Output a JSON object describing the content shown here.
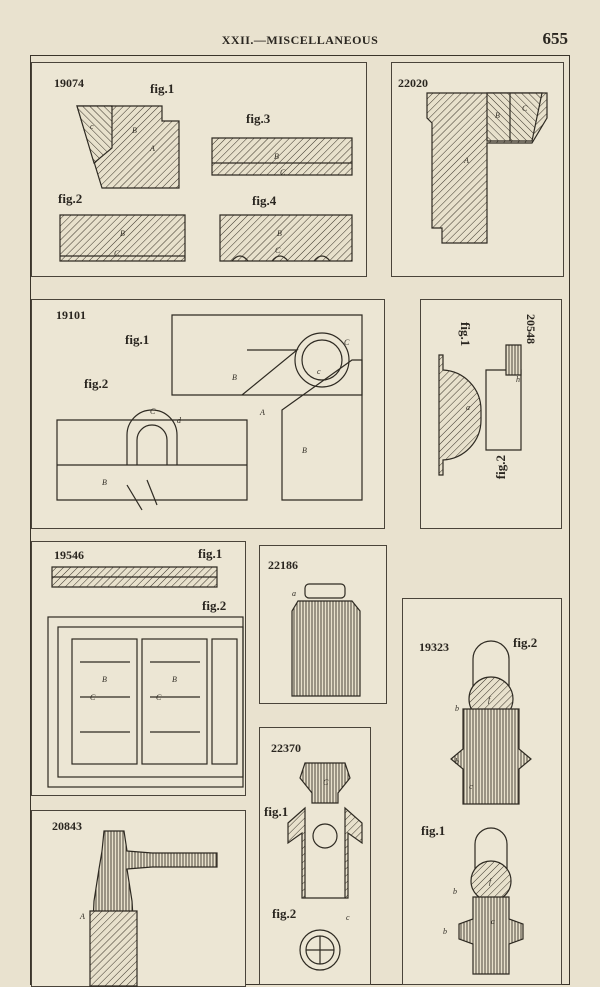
{
  "header": {
    "title": "XXII.—MISCELLANEOUS",
    "page_number": "655"
  },
  "panels": {
    "p19074": {
      "number": "19074",
      "fig1": "fig.1",
      "fig2": "fig.2",
      "fig3": "fig.3",
      "fig4": "fig.4"
    },
    "p22020": {
      "number": "22020"
    },
    "p19101": {
      "number": "19101",
      "fig1": "fig.1",
      "fig2": "fig.2"
    },
    "p20548": {
      "number": "20548",
      "fig1": "fig.1",
      "fig2": "fig.2"
    },
    "p19546": {
      "number": "19546",
      "fig1": "fig.1",
      "fig2": "fig.2"
    },
    "p22186": {
      "number": "22186"
    },
    "p19323": {
      "number": "19323",
      "fig1": "fig.1",
      "fig2": "fig.2"
    },
    "p22370": {
      "number": "22370",
      "fig1": "fig.1",
      "fig2": "fig.2"
    },
    "p20843": {
      "number": "20843"
    }
  }
}
